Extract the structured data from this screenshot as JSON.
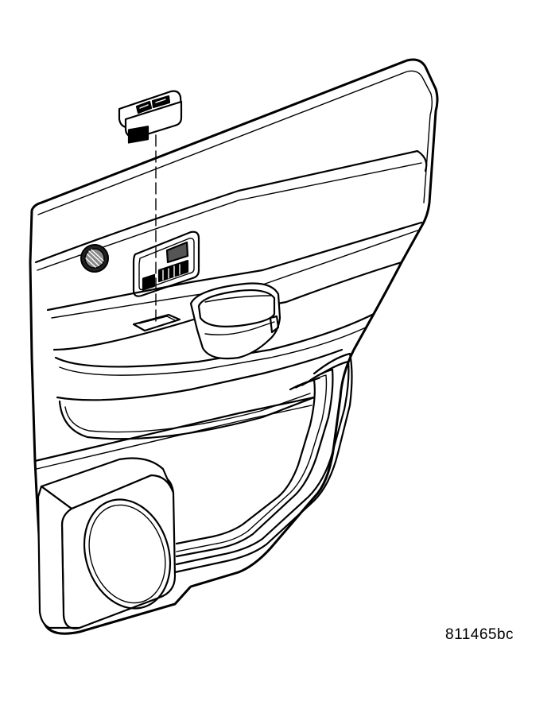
{
  "figure_code": "811465bc",
  "colors": {
    "ink": "#000000",
    "paper": "#ffffff"
  },
  "parts": {
    "door_panel": "rear-door-trim-panel",
    "window_switch": "power-window-switch",
    "speaker": "door-speaker",
    "lock_knob": "door-lock-button",
    "handle": "inside-door-handle"
  }
}
